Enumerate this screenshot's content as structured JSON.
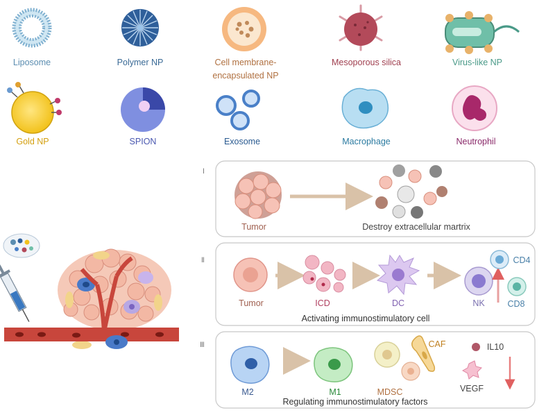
{
  "nanoparticles": {
    "liposome": {
      "label": "Liposome",
      "color": "#5b8db0"
    },
    "polymer_np": {
      "label": "Polymer NP",
      "color": "#3a6a96"
    },
    "cell_membrane_np": {
      "label_line1": "Cell membrane-",
      "label_line2": "encapsulated NP",
      "color": "#b07040"
    },
    "mesoporous_silica": {
      "label": "Mesoporous silica",
      "color": "#a04050"
    },
    "virus_like_np": {
      "label": "Virus-like NP",
      "color": "#4a9a88"
    },
    "gold_np": {
      "label": "Gold NP",
      "color": "#d4a010"
    },
    "spion": {
      "label": "SPION",
      "color": "#4a58b0"
    },
    "exosome": {
      "label": "Exosome",
      "color": "#2a5a90"
    },
    "macrophage": {
      "label": "Macrophage",
      "color": "#2a7aa0"
    },
    "neutrophil": {
      "label": "Neutrophil",
      "color": "#8a2a6a"
    }
  },
  "panels": {
    "panel1": {
      "marker": "Ⅰ",
      "tumor_label": "Tumor",
      "result_label": "Destroy extracellular martrix"
    },
    "panel2": {
      "marker": "Ⅱ",
      "tumor_label": "Tumor",
      "icd_label": "ICD",
      "dc_label": "DC",
      "nk_label": "NK",
      "cd4_label": "CD4",
      "cd8_label": "CD8",
      "caption": "Activating immunostimulatory cell"
    },
    "panel3": {
      "marker": "Ⅲ",
      "m2_label": "M2",
      "m1_label": "M1",
      "mdsc_label": "MDSC",
      "caf_label": "CAF",
      "il10_label": "IL10",
      "vegf_label": "VEGF",
      "caption": "Regulating  immunostimulatory factors"
    }
  },
  "colors": {
    "arrow": "#d9c2a8",
    "panel_border": "#c8c8c8",
    "red_arrow": "#e06060",
    "vessel": "#c8463c"
  }
}
